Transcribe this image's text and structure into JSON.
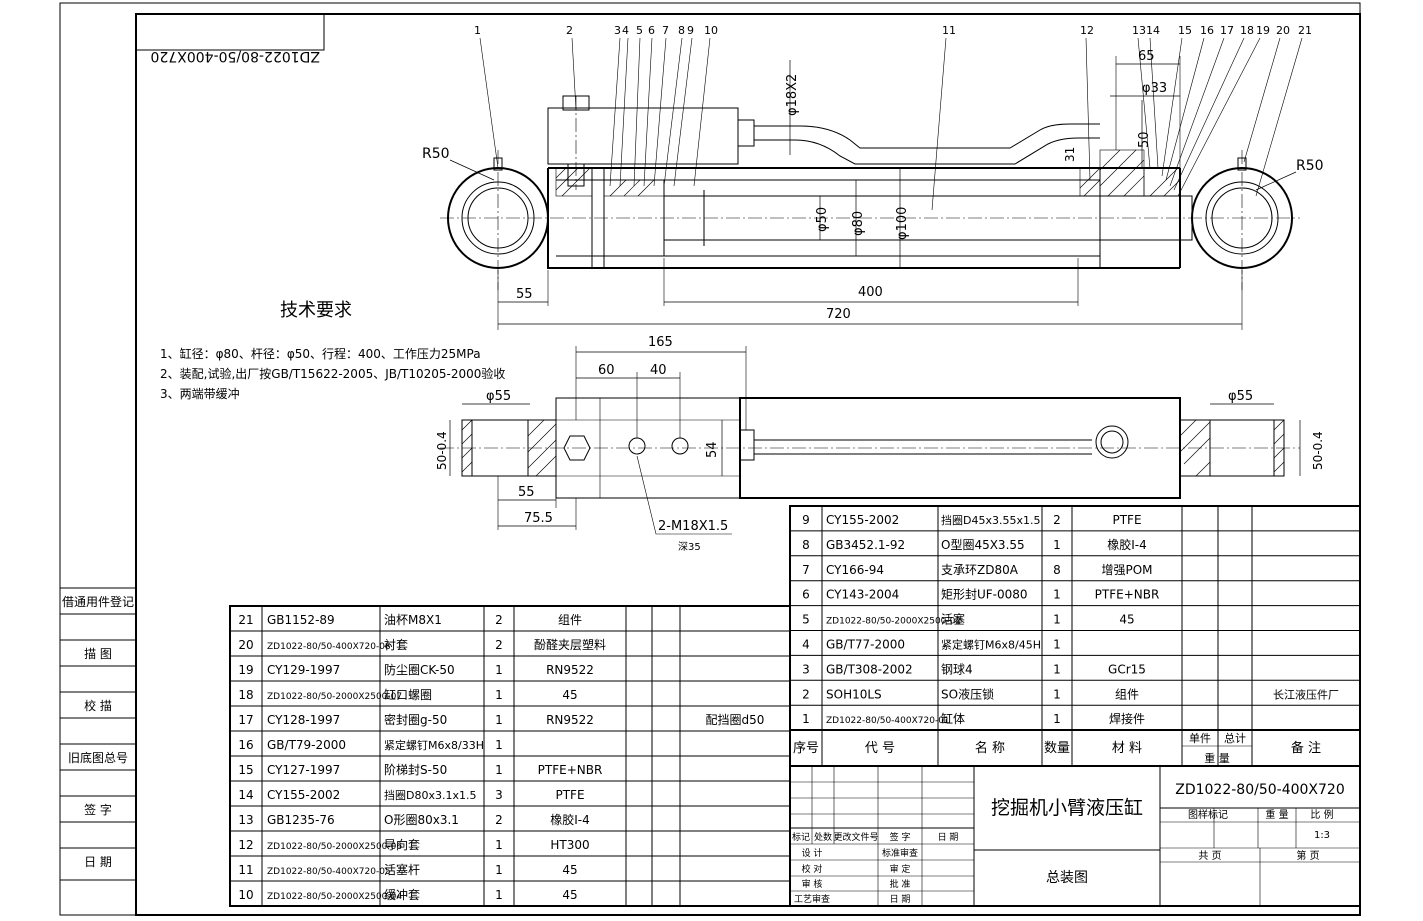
{
  "drawing_no": "ZD1022-80/50-400X720",
  "drawing_no_mirrored": "ZD1022-80/50-400X720",
  "title": "挖掘机小臂液压缸",
  "subtitle": "总装图",
  "tech_req": {
    "heading": "技术要求",
    "items": [
      "1、缸径：φ80、杆径：φ50、行程：400、工作压力25MPa",
      "2、装配,试验,出厂按GB/T15622-2005、JB/T10205-2000验收",
      "3、两端带缓冲"
    ]
  },
  "balloons": [
    "1",
    "2",
    "3",
    "4",
    "5",
    "6",
    "7",
    "8",
    "9",
    "10",
    "11",
    "12",
    "13",
    "14",
    "15",
    "16",
    "17",
    "18",
    "19",
    "20",
    "21"
  ],
  "front_dims": {
    "r_left": "R50",
    "r_right": "R50",
    "d18": "φ18X2",
    "d33": "φ33",
    "d50": "φ50",
    "d80": "φ80",
    "d100": "φ100",
    "dim65": "65",
    "dim50": "50",
    "dim31": "31",
    "dim55": "55",
    "dim400": "400",
    "dim720": "720"
  },
  "top_dims": {
    "dim165": "165",
    "dim60": "60",
    "dim40": "40",
    "dim54": "54",
    "d55_left": "φ55",
    "d55_right": "φ55",
    "tol_left": "50-0.4",
    "tol_right": "50-0.4",
    "dim55": "55",
    "dim75_5": "75.5",
    "thread": "2-M18X1.5",
    "depth": "深35"
  },
  "side_block": [
    "借通用件登记",
    "描 图",
    "校 描",
    "旧底图总号",
    "签 字",
    "日 期"
  ],
  "bom_upper": [
    {
      "no": "9",
      "code": "CY155-2002",
      "name": "挡圈D45x3.55x1.5",
      "qty": "2",
      "mat": "PTFE",
      "remark": ""
    },
    {
      "no": "8",
      "code": "GB3452.1-92",
      "name": "O型圈45X3.55",
      "qty": "1",
      "mat": "橡胶I-4",
      "remark": ""
    },
    {
      "no": "7",
      "code": "CY166-94",
      "name": "支承环ZD80A",
      "qty": "8",
      "mat": "增强POM",
      "remark": ""
    },
    {
      "no": "6",
      "code": "CY143-2004",
      "name": "矩形封UF-0080",
      "qty": "1",
      "mat": "PTFE+NBR",
      "remark": ""
    },
    {
      "no": "5",
      "code": "ZD1022-80/50-2000X2500-02",
      "name": "活塞",
      "qty": "1",
      "mat": "45",
      "remark": ""
    },
    {
      "no": "4",
      "code": "GB/T77-2000",
      "name": "紧定螺钉M6x8/45H",
      "qty": "1",
      "mat": "",
      "remark": ""
    },
    {
      "no": "3",
      "code": "GB/T308-2002",
      "name": "钢球4",
      "qty": "1",
      "mat": "GCr15",
      "remark": ""
    },
    {
      "no": "2",
      "code": "SOH10LS",
      "name": "SO液压锁",
      "qty": "1",
      "mat": "组件",
      "remark": "长江液压件厂"
    },
    {
      "no": "1",
      "code": "ZD1022-80/50-400X720-01",
      "name": "缸体",
      "qty": "1",
      "mat": "焊接件",
      "remark": ""
    }
  ],
  "bom_header": {
    "no": "序号",
    "code": "代  号",
    "name": "名  称",
    "qty": "数量",
    "mat": "材  料",
    "unit": "单件",
    "total": "总计",
    "weight": "重 量",
    "remark": "备  注"
  },
  "bom_lower": [
    {
      "no": "21",
      "code": "GB1152-89",
      "name": "油杯M8X1",
      "qty": "2",
      "mat": "组件",
      "remark": ""
    },
    {
      "no": "20",
      "code": "ZD1022-80/50-400X720-08",
      "name": "衬套",
      "qty": "2",
      "mat": "酚醛夹层塑料",
      "remark": ""
    },
    {
      "no": "19",
      "code": "CY129-1997",
      "name": "防尘圈CK-50",
      "qty": "1",
      "mat": "RN9522",
      "remark": ""
    },
    {
      "no": "18",
      "code": "ZD1022-80/50-2000X2500-07",
      "name": "缸口螺圈",
      "qty": "1",
      "mat": "45",
      "remark": ""
    },
    {
      "no": "17",
      "code": "CY128-1997",
      "name": "密封圈g-50",
      "qty": "1",
      "mat": "RN9522",
      "remark": "配挡圈d50"
    },
    {
      "no": "16",
      "code": "GB/T79-2000",
      "name": "紧定螺钉M6x8/33H",
      "qty": "1",
      "mat": "",
      "remark": ""
    },
    {
      "no": "15",
      "code": "CY127-1997",
      "name": "阶梯封S-50",
      "qty": "1",
      "mat": "PTFE+NBR",
      "remark": ""
    },
    {
      "no": "14",
      "code": "CY155-2002",
      "name": "挡圈D80x3.1x1.5",
      "qty": "3",
      "mat": "PTFE",
      "remark": ""
    },
    {
      "no": "13",
      "code": "GB1235-76",
      "name": "O形圈80x3.1",
      "qty": "2",
      "mat": "橡胶I-4",
      "remark": ""
    },
    {
      "no": "12",
      "code": "ZD1022-80/50-2000X2500-06",
      "name": "导向套",
      "qty": "1",
      "mat": "HT300",
      "remark": ""
    },
    {
      "no": "11",
      "code": "ZD1022-80/50-400X720-05",
      "name": "活塞杆",
      "qty": "1",
      "mat": "45",
      "remark": ""
    },
    {
      "no": "10",
      "code": "ZD1022-80/50-2000X2500-04",
      "name": "缓冲套",
      "qty": "1",
      "mat": "45",
      "remark": ""
    }
  ],
  "title_block": {
    "rev_headers": [
      "标记",
      "处数",
      "更改文件号",
      "签  字",
      "日  期"
    ],
    "roles_left": [
      "设 计",
      "校 对",
      "审 核",
      "工艺审查"
    ],
    "roles_right": [
      "标准审查",
      "审 定",
      "批 准",
      "日 期"
    ],
    "stage_mark": "图样标记",
    "weight": "重 量",
    "scale_label": "比 例",
    "scale": "1:3",
    "sheet_total": "共    页",
    "sheet_no": "第    页"
  }
}
